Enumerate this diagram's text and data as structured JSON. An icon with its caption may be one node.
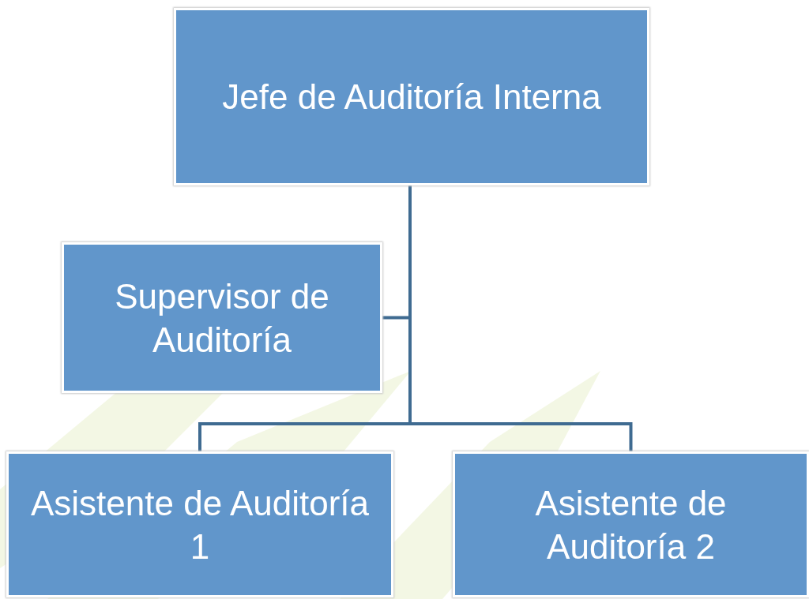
{
  "diagram": {
    "nodes": [
      {
        "text": [
          "Jefe de Auditoría Interna"
        ]
      },
      {
        "text": [
          "Supervisor de Auditoría"
        ]
      },
      {
        "text": [
          "Asistente de Auditoría 1"
        ]
      },
      {
        "text": [
          "Asistente de Auditoría 2"
        ]
      }
    ],
    "edges": [
      {
        "from": 0,
        "to": 1,
        "arrow": "none"
      },
      {
        "from": 0,
        "to": 2,
        "arrow": "none"
      },
      {
        "from": 0,
        "to": 3,
        "arrow": "none"
      }
    ]
  }
}
